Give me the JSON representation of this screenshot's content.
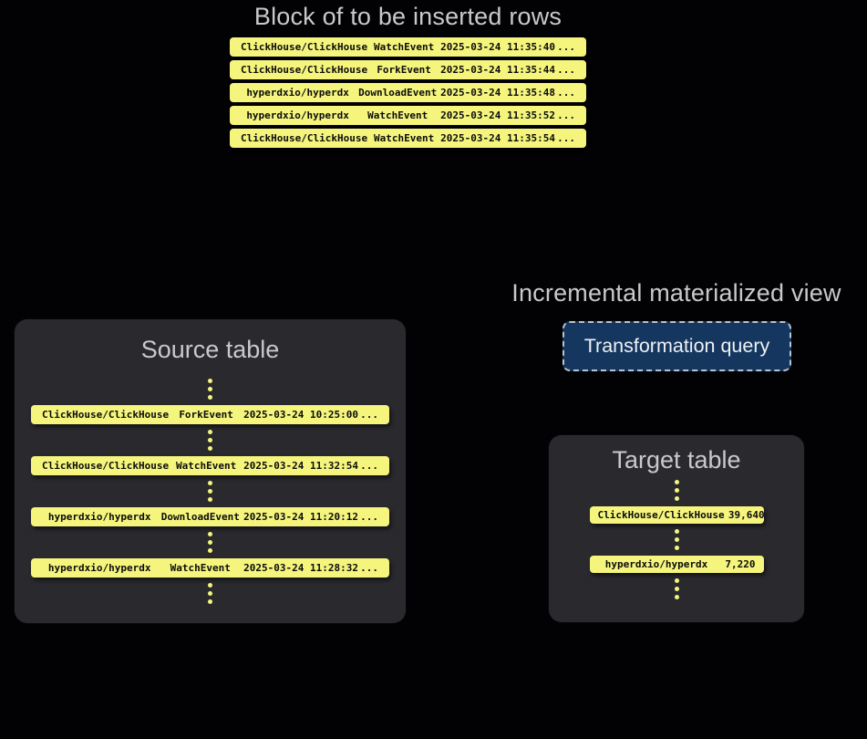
{
  "insert_block": {
    "title": "Block of to be inserted rows",
    "rows": [
      {
        "repo": "ClickHouse/ClickHouse",
        "event": "WatchEvent",
        "timestamp": "2025-03-24 11:35:40",
        "more": "..."
      },
      {
        "repo": "ClickHouse/ClickHouse",
        "event": "ForkEvent",
        "timestamp": "2025-03-24 11:35:44",
        "more": "..."
      },
      {
        "repo": "hyperdxio/hyperdx",
        "event": "DownloadEvent",
        "timestamp": "2025-03-24 11:35:48",
        "more": "..."
      },
      {
        "repo": "hyperdxio/hyperdx",
        "event": "WatchEvent",
        "timestamp": "2025-03-24 11:35:52",
        "more": "..."
      },
      {
        "repo": "ClickHouse/ClickHouse",
        "event": "WatchEvent",
        "timestamp": "2025-03-24 11:35:54",
        "more": "..."
      }
    ]
  },
  "source_table": {
    "title": "Source table",
    "rows": [
      {
        "repo": "ClickHouse/ClickHouse",
        "event": "ForkEvent",
        "timestamp": "2025-03-24 10:25:00",
        "more": "..."
      },
      {
        "repo": "ClickHouse/ClickHouse",
        "event": "WatchEvent",
        "timestamp": "2025-03-24 11:32:54",
        "more": "..."
      },
      {
        "repo": "hyperdxio/hyperdx",
        "event": "DownloadEvent",
        "timestamp": "2025-03-24 11:20:12",
        "more": "..."
      },
      {
        "repo": "hyperdxio/hyperdx",
        "event": "WatchEvent",
        "timestamp": "2025-03-24 11:28:32",
        "more": "..."
      }
    ]
  },
  "materialized_view": {
    "title": "Incremental materialized view",
    "button_label": "Transformation query"
  },
  "target_table": {
    "title": "Target table",
    "rows": [
      {
        "repo": "ClickHouse/ClickHouse",
        "count": "39,640"
      },
      {
        "repo": "hyperdxio/hyperdx",
        "count": "7,220"
      }
    ]
  },
  "colors": {
    "background": "#020204",
    "panel": "#2a2a2e",
    "row_yellow": "#f5f57e",
    "button_blue": "#15375f",
    "title_gray": "#c9c9cb"
  }
}
